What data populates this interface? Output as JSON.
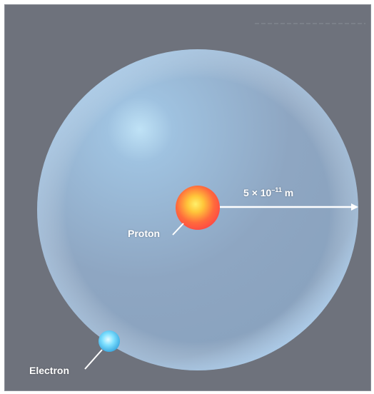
{
  "diagram": {
    "proton_label": "Proton",
    "electron_label": "Electron",
    "radius": {
      "mantissa": "5",
      "times": "×",
      "base": "10",
      "exponent": "–11",
      "unit": "m"
    },
    "colors": {
      "background": "#6e727c",
      "sphere": "#a9c7e6",
      "proton": "#ff5a3a",
      "proton_core": "#ffe24a",
      "electron": "#5fd6ff",
      "arrow": "#ffffff"
    }
  }
}
